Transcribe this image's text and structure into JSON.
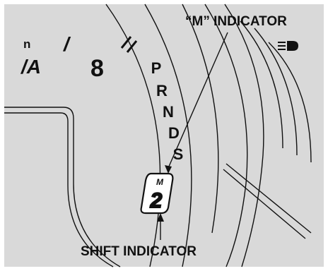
{
  "colors": {
    "background": "#d9d9d9",
    "frame": "#ffffff",
    "ink": "#111111"
  },
  "gauge": {
    "partial_text_top": "n",
    "partial_text_large": "/ A",
    "number": "8"
  },
  "gears": [
    "P",
    "R",
    "N",
    "D",
    "S"
  ],
  "shift_indicator": {
    "mode": "M",
    "gear": "2"
  },
  "callouts": {
    "m_indicator": "“M” INDICATOR",
    "shift_indicator": "SHIFT INDICATOR"
  },
  "icons": [
    "headlight-icon"
  ]
}
